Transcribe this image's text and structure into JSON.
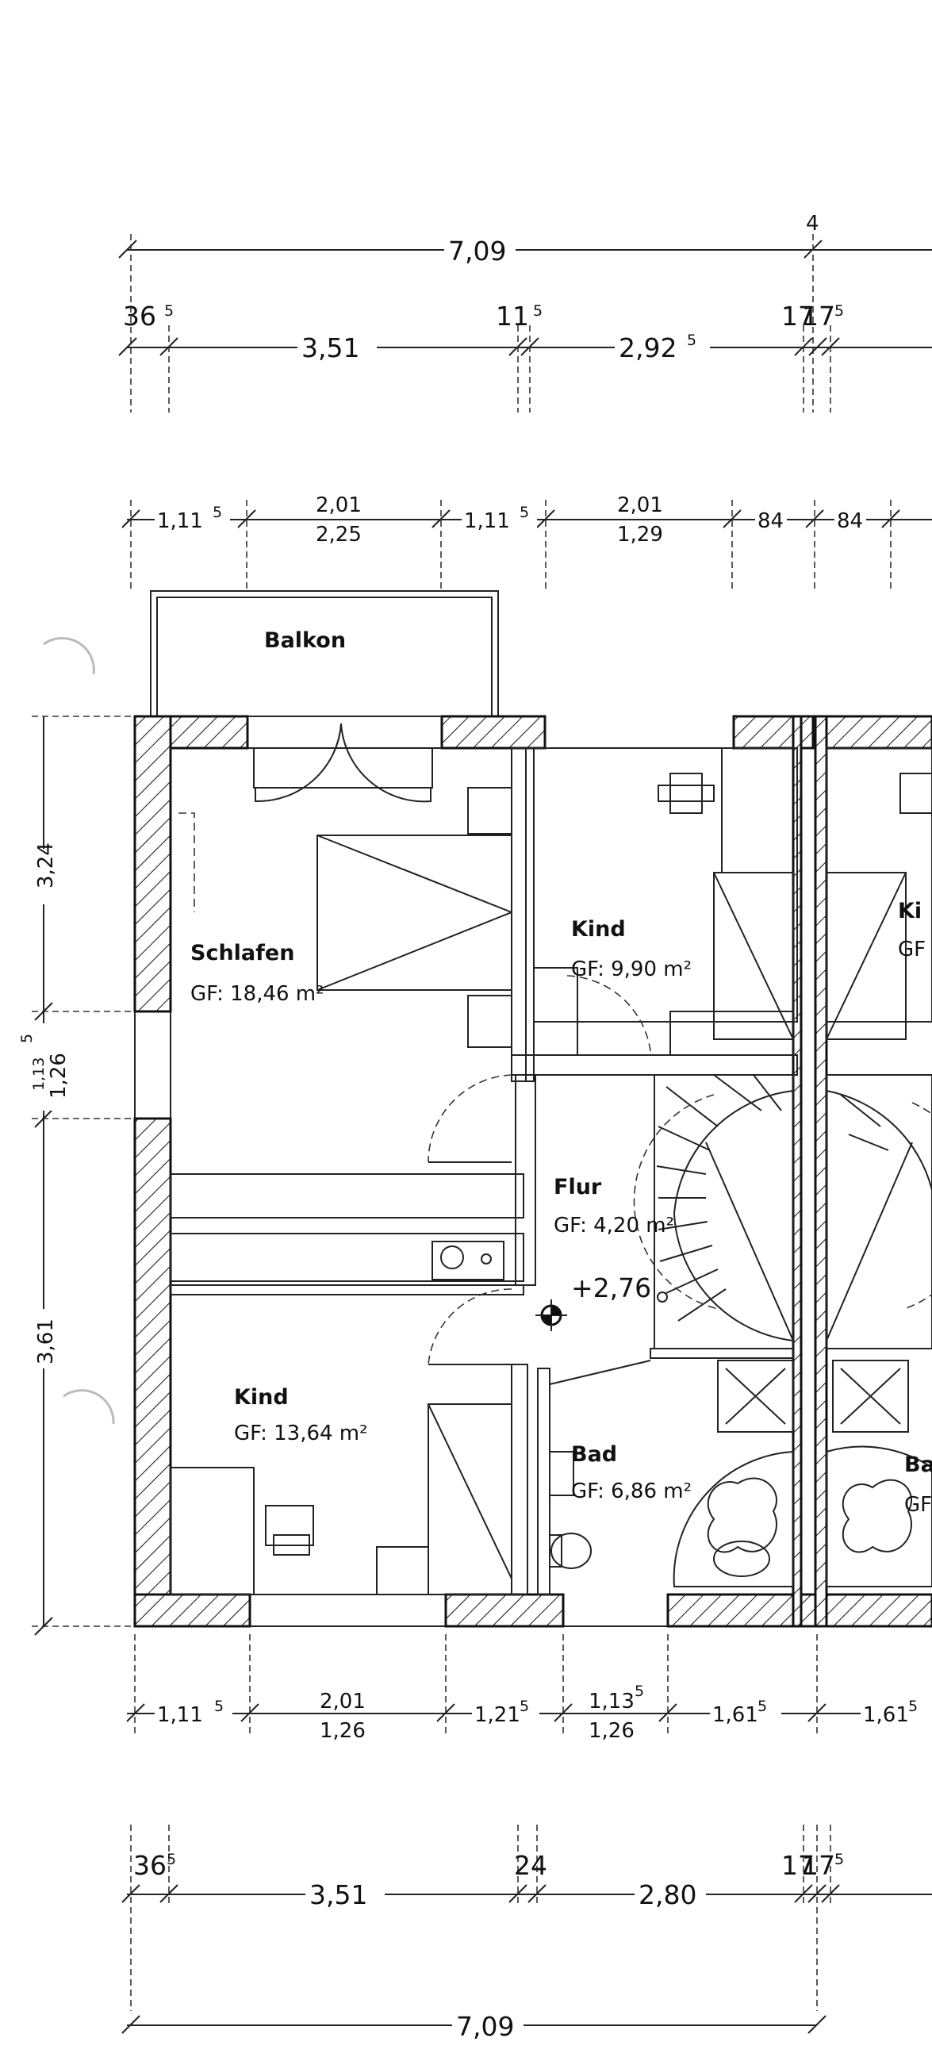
{
  "dimensions": {
    "top_total": "7,09",
    "top_mark": "4",
    "top_a": "36",
    "top_a_sup": "5",
    "top_b": "3,51",
    "top_c": "11",
    "top_c_sup": "5",
    "top_d": "2,92",
    "top_d_sup": "5",
    "top_e": "17",
    "top_e2": "17",
    "top_e_sup": "5",
    "win_a": "1,11",
    "win_a_sup": "5",
    "win_b_top": "2,01",
    "win_b_bot": "2,25",
    "win_c": "1,11",
    "win_c_sup": "5",
    "win_d_top": "2,01",
    "win_d_bot": "1,29",
    "win_e": "84",
    "win_f": "84",
    "left_a": "3,24",
    "left_b_top": "1,13",
    "left_b_sup": "5",
    "left_b_bot": "1,26",
    "left_c": "3,61",
    "bot_a": "1,11",
    "bot_a_sup": "5",
    "bot_b_top": "2,01",
    "bot_b_bot": "1,26",
    "bot_c": "1,21",
    "bot_c_sup": "5",
    "bot_d_top": "1,13",
    "bot_d_sup": "5",
    "bot_d_bot": "1,26",
    "bot_e": "1,61",
    "bot_e_sup": "5",
    "bot_f": "1,61",
    "bot_f_sup": "5",
    "bot2_a": "36",
    "bot2_a_sup": "5",
    "bot2_b": "3,51",
    "bot2_c": "24",
    "bot2_d": "2,80",
    "bot2_e": "17",
    "bot2_e2": "17",
    "bot2_e_sup": "5",
    "bot_total": "7,09"
  },
  "rooms": {
    "balkon": {
      "name": "Balkon"
    },
    "schlafen": {
      "name": "Schlafen",
      "area": "GF: 18,46 m²"
    },
    "kind_top": {
      "name": "Kind",
      "area": "GF: 9,90 m²"
    },
    "kind_top_partial": {
      "name": "Ki",
      "area": "GF"
    },
    "flur": {
      "name": "Flur",
      "area": "GF: 4,20 m²"
    },
    "kind_bottom": {
      "name": "Kind",
      "area": "GF: 13,64 m²"
    },
    "bad": {
      "name": "Bad",
      "area": "GF: 6,86 m²"
    },
    "bad_partial": {
      "name": "Ba",
      "area": "GF"
    }
  },
  "level_mark": "+2,76"
}
